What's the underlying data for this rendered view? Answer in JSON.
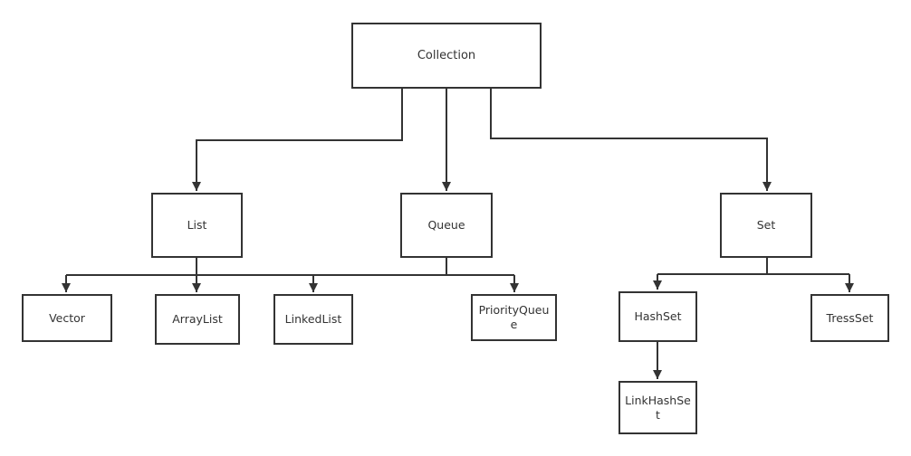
{
  "diagram": {
    "nodes": {
      "collection": "Collection",
      "list": "List",
      "queue": "Queue",
      "set": "Set",
      "vector": "Vector",
      "arraylist": "ArrayList",
      "linkedlist": "LinkedList",
      "priorityqueue": "PriorityQueue",
      "hashset": "HashSet",
      "tresset": "TressSet",
      "linkhashset": "LinkHashSet"
    },
    "edges": [
      {
        "from": "collection",
        "to": "list"
      },
      {
        "from": "collection",
        "to": "queue"
      },
      {
        "from": "collection",
        "to": "set"
      },
      {
        "from": "list",
        "to": "vector"
      },
      {
        "from": "list",
        "to": "arraylist"
      },
      {
        "from": "list",
        "to": "linkedlist"
      },
      {
        "from": "queue",
        "to": "arraylist"
      },
      {
        "from": "queue",
        "to": "linkedlist"
      },
      {
        "from": "queue",
        "to": "priorityqueue"
      },
      {
        "from": "set",
        "to": "hashset"
      },
      {
        "from": "set",
        "to": "tresset"
      },
      {
        "from": "hashset",
        "to": "linkhashset"
      }
    ],
    "colors": {
      "stroke": "#333333",
      "text": "#333333",
      "background": "#ffffff"
    }
  }
}
